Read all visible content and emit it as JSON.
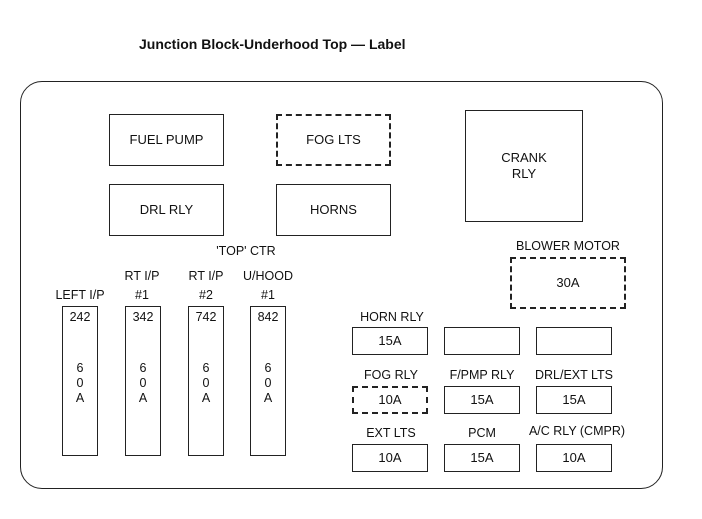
{
  "title": "Junction Block-Underhood Top — Label",
  "top_ctr_label": "'TOP'  CTR",
  "relays": {
    "fuel_pump": "FUEL PUMP",
    "fog_lts": "FOG LTS",
    "drl_rly": "DRL RLY",
    "horns": "HORNS",
    "crank_rly_line1": "CRANK",
    "crank_rly_line2": "RLY"
  },
  "maxi_fuses": [
    {
      "label_line1": "",
      "label_line2": "LEFT I/P",
      "number": "242",
      "amp": [
        "6",
        "0",
        "A"
      ]
    },
    {
      "label_line1": "RT I/P",
      "label_line2": "#1",
      "number": "342",
      "amp": [
        "6",
        "0",
        "A"
      ]
    },
    {
      "label_line1": "RT I/P",
      "label_line2": "#2",
      "number": "742",
      "amp": [
        "6",
        "0",
        "A"
      ]
    },
    {
      "label_line1": "U/HOOD",
      "label_line2": "#1",
      "number": "842",
      "amp": [
        "6",
        "0",
        "A"
      ]
    }
  ],
  "blower_motor": {
    "label": "BLOWER MOTOR",
    "value": "30A"
  },
  "mini_fuses": {
    "horn_rly": {
      "label": "HORN RLY",
      "value": "15A"
    },
    "fog_rly": {
      "label": "FOG RLY",
      "value": "10A"
    },
    "fpmp_rly": {
      "label": "F/PMP RLY",
      "value": "15A"
    },
    "drl_ext_lts": {
      "label": "DRL/EXT LTS",
      "value": "15A"
    },
    "ext_lts": {
      "label": "EXT LTS",
      "value": "10A"
    },
    "pcm": {
      "label": "PCM",
      "value": "15A"
    },
    "ac_rly": {
      "label": "A/C RLY (CMPR)",
      "value": "10A"
    }
  }
}
